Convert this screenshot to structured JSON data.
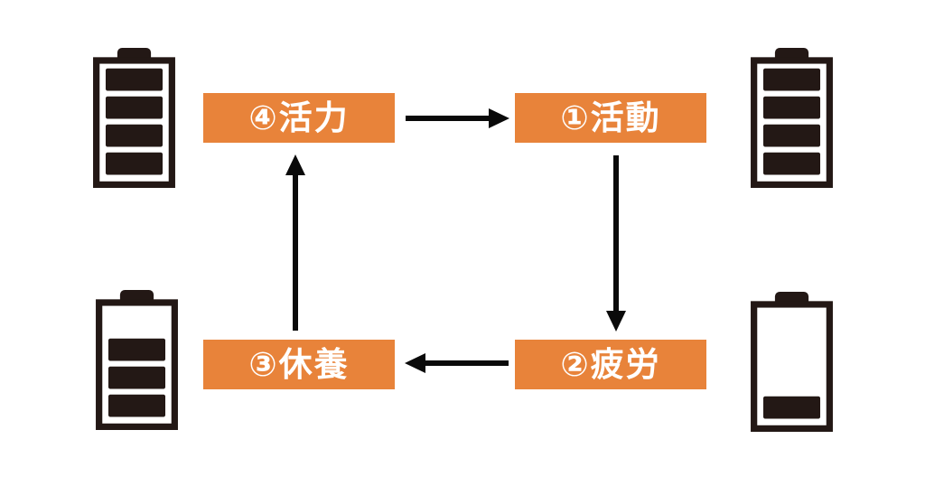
{
  "colors": {
    "box_orange": "#e8833a",
    "arrow_black": "#0a0a0a",
    "battery_dark": "#231815",
    "page_bg": "#ffffff"
  },
  "cycle": {
    "boxes": {
      "vitality": {
        "label": "④活力"
      },
      "activity": {
        "label": "①活動"
      },
      "fatigue": {
        "label": "②疲労"
      },
      "rest": {
        "label": "③休養"
      }
    },
    "arrows": [
      {
        "from": "④活力",
        "to": "①活動",
        "direction": "right"
      },
      {
        "from": "①活動",
        "to": "②疲労",
        "direction": "down"
      },
      {
        "from": "②疲労",
        "to": "③休養",
        "direction": "left"
      },
      {
        "from": "③休養",
        "to": "④活力",
        "direction": "up"
      }
    ]
  },
  "batteries": [
    {
      "position": "top-left",
      "near": "④活力",
      "bars_filled": 4,
      "bars_total": 4
    },
    {
      "position": "top-right",
      "near": "①活動",
      "bars_filled": 4,
      "bars_total": 4
    },
    {
      "position": "bottom-left",
      "near": "③休養",
      "bars_filled": 3,
      "bars_total": 4
    },
    {
      "position": "bottom-right",
      "near": "②疲労",
      "bars_filled": 1,
      "bars_total": 4
    }
  ]
}
